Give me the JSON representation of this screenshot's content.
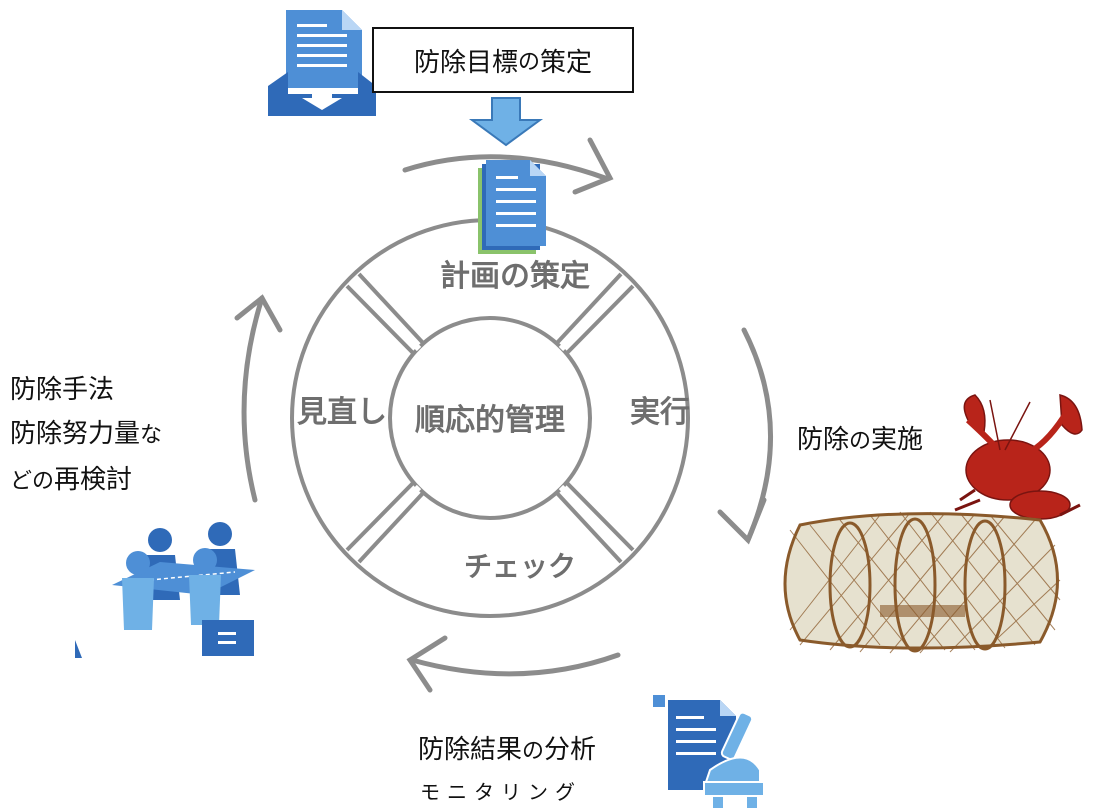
{
  "goal": {
    "label_a": "防除目標",
    "label_b": "の",
    "label_c": "策定"
  },
  "cycle": {
    "center": "順応的管理",
    "segments": {
      "plan": "計画の策定",
      "do": "実行",
      "check": "チェック",
      "review": "見直し"
    }
  },
  "implementation": {
    "label_a": "防除",
    "label_b": "の",
    "label_c": "実施"
  },
  "analysis": {
    "label_a": "防除結果",
    "label_b": "の",
    "label_c": "分析",
    "sub": "モニタリング"
  },
  "reconsider": {
    "line1": "防除手法",
    "line2_a": "防除努力量",
    "line2_b": "な",
    "line3_a": "どの",
    "line3_b": "再検討"
  },
  "colors": {
    "ring_stroke": "#8c8c8c",
    "ring_text": "#6e6e6e",
    "icon_blue": "#4e8fd6",
    "icon_dark_blue": "#2f6ab8",
    "arrow_blue": "#6fb1e6",
    "crayfish_red": "#b8241a",
    "trap_brown": "#8a5a2b"
  },
  "icons": [
    "document-tray-icon",
    "down-arrow-icon",
    "document-stack-icon",
    "crayfish-icon",
    "trap-icon",
    "microscope-document-icon",
    "meeting-people-icon"
  ]
}
